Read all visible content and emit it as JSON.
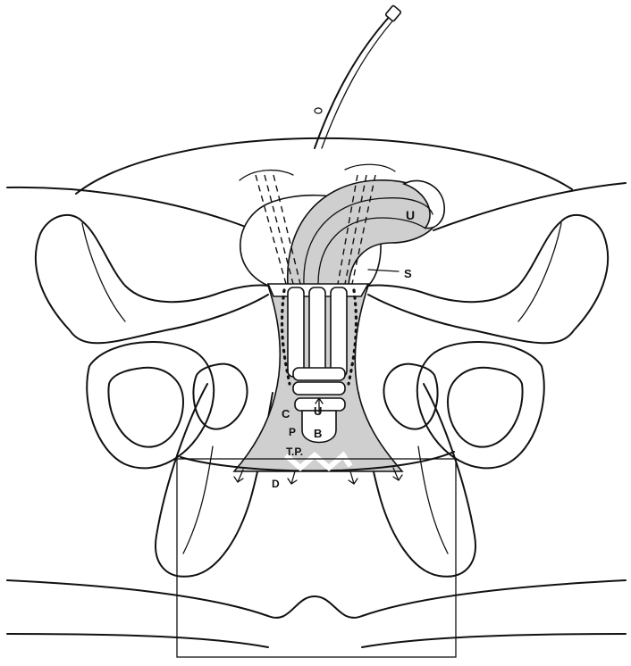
{
  "labels": {
    "u_top": "U",
    "s": "S",
    "c": "C",
    "u_mid": "U",
    "p": "P",
    "b": "B",
    "tp": "T.P.",
    "d": "D"
  }
}
